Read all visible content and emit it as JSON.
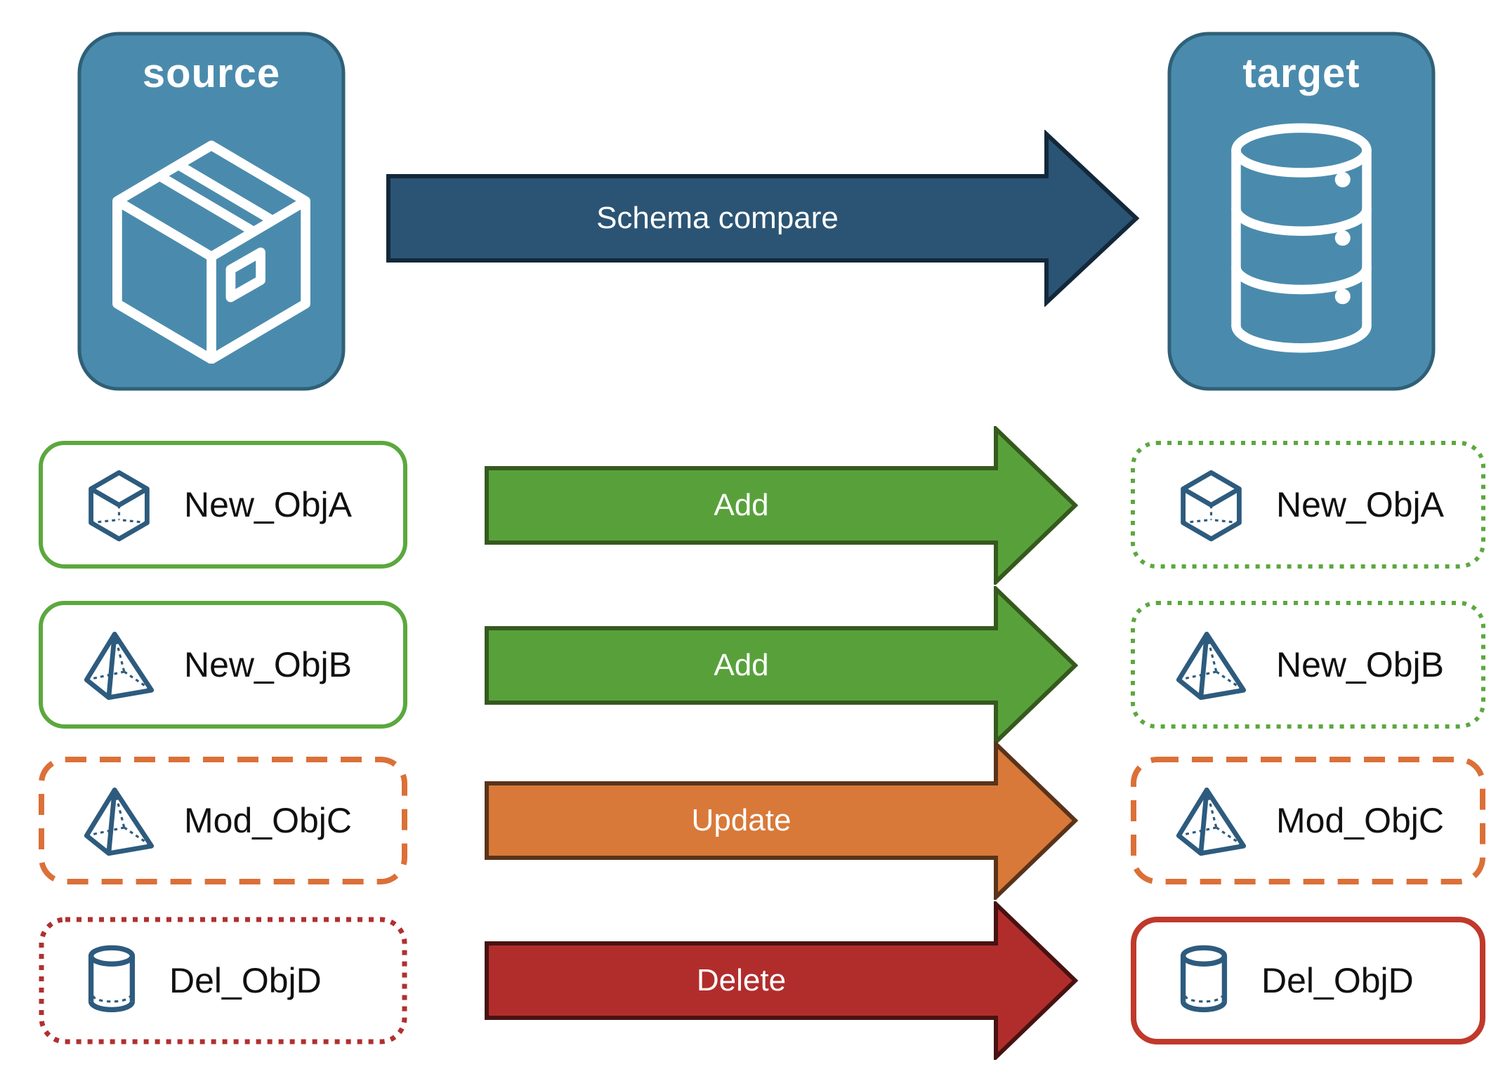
{
  "source": {
    "title": "source",
    "icon": "package-icon"
  },
  "target": {
    "title": "target",
    "icon": "database-icon"
  },
  "compare_arrow": {
    "label": "Schema compare"
  },
  "rows": [
    {
      "label": "New_ObjA",
      "icon": "cube-icon",
      "action": "Add",
      "source_border": "solid-green",
      "target_border": "dotted-green"
    },
    {
      "label": "New_ObjB",
      "icon": "pyramid-icon",
      "action": "Add",
      "source_border": "solid-green",
      "target_border": "dotted-green"
    },
    {
      "label": "Mod_ObjC",
      "icon": "pyramid-icon",
      "action": "Update",
      "source_border": "dashed-orange",
      "target_border": "dashed-orange"
    },
    {
      "label": "Del_ObjD",
      "icon": "cylinder-icon",
      "action": "Delete",
      "source_border": "dotted-red",
      "target_border": "solid-red"
    }
  ],
  "colors": {
    "node_fill": "#4A8BAD",
    "node_border": "#2F6077",
    "icon_stroke": "#2D5B7E",
    "white": "#FFFFFF",
    "compare_fill": "#2B5474",
    "compare_stroke": "#13283A",
    "add_fill": "#58A13A",
    "add_stroke": "#35591E",
    "update_fill": "#D87939",
    "update_stroke": "#59331A",
    "delete_fill": "#B12D2C",
    "delete_stroke": "#471312",
    "green_border": "#5BA83E",
    "orange_border": "#DB7038",
    "red_dotted_border": "#B03030",
    "red_solid_border": "#C0392B"
  }
}
